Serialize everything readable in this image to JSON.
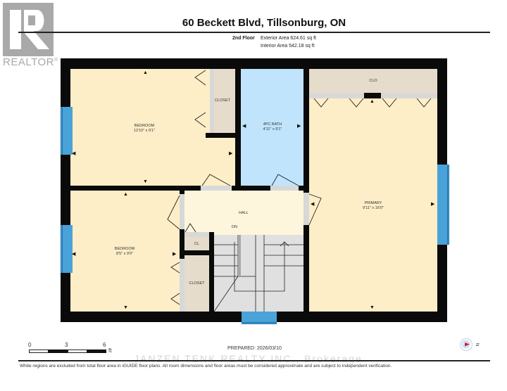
{
  "logo": {
    "brand": "REALTOR",
    "registered": "®",
    "icon": "realtor-r-logo-icon"
  },
  "header": {
    "title": "60 Beckett Blvd, Tillsonburg, ON",
    "floor": "2nd Floor",
    "exterior_area": "Exterior Area 624.61 sq ft",
    "interior_area": "Interior Area 542.18 sq ft"
  },
  "rooms": [
    {
      "id": "bedroom-1",
      "name": "BEDROOM",
      "dims": "12'10\" x 9'1\""
    },
    {
      "id": "closet-1",
      "name": "CLOSET",
      "dims": ""
    },
    {
      "id": "bath",
      "name": "4PC BATH",
      "dims": "4'11\" x 9'1\""
    },
    {
      "id": "clo",
      "name": "CLO",
      "dims": ""
    },
    {
      "id": "primary",
      "name": "PRIMARY",
      "dims": "9'11\" x 16'0\""
    },
    {
      "id": "hall",
      "name": "HALL",
      "dims": ""
    },
    {
      "id": "dn",
      "name": "DN",
      "dims": ""
    },
    {
      "id": "cl",
      "name": "CL",
      "dims": ""
    },
    {
      "id": "bedroom-2",
      "name": "BEDROOM",
      "dims": "8'5\" x 9'0\""
    },
    {
      "id": "closet-2",
      "name": "CLOSET",
      "dims": ""
    }
  ],
  "scale": {
    "ticks": [
      "0",
      "3",
      "6"
    ],
    "unit": "ft"
  },
  "footer": {
    "prepared": "PREPARED: 2026/03/10",
    "watermark": "JANZEN TENK REALTY INC., Brokerage",
    "disclaimer": "White regions are excluded from total floor area in iGUIDE floor plans. All room dimensions and floor areas must be considered approximate and are subject to independent verification."
  },
  "compass": {
    "label": "N",
    "icon": "north-compass-icon"
  },
  "colors": {
    "bedroom": "#fdeec7",
    "bath": "#bfe4fb",
    "closet": "#e6dccc",
    "hall": "#fdf6dc",
    "stairs": "#e0e0e0",
    "window": "#4aa3d8",
    "wall": "#0a0a0a",
    "compass_arrow": "#d21f2b"
  }
}
